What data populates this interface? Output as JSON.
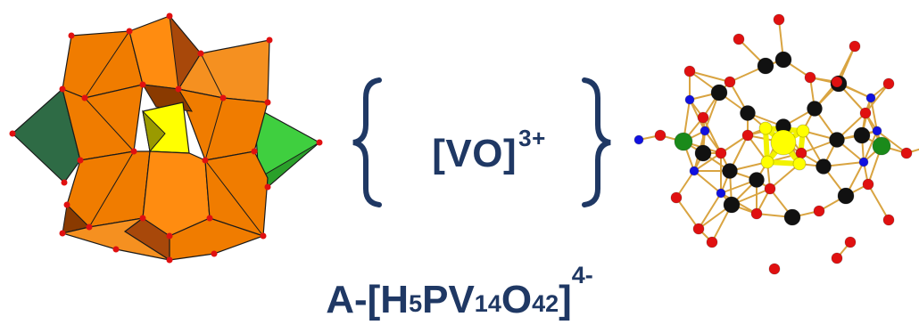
{
  "center_formula": {
    "main": "[VO]",
    "charge": "3+"
  },
  "bottom_formula": {
    "prefix": "A-[H",
    "sub1": "5",
    "mid1": "PV",
    "sub2": "14",
    "mid2": "O",
    "sub3": "42",
    "close": "]",
    "charge": "4-"
  },
  "colors": {
    "text": "#1f3864",
    "octahedron_orange": "#f07c00",
    "octahedron_dark": "#8a3a00",
    "tetrahedron_green": "#2e6b45",
    "tetrahedron_lightgreen": "#3fcf3f",
    "central_yellow": "#ffff00",
    "oxygen": "#e01010",
    "vanadium": "#111111",
    "nitrogen_blue": "#1010e0",
    "green_atom": "#1a8a1a",
    "bond": "#d9a441"
  }
}
